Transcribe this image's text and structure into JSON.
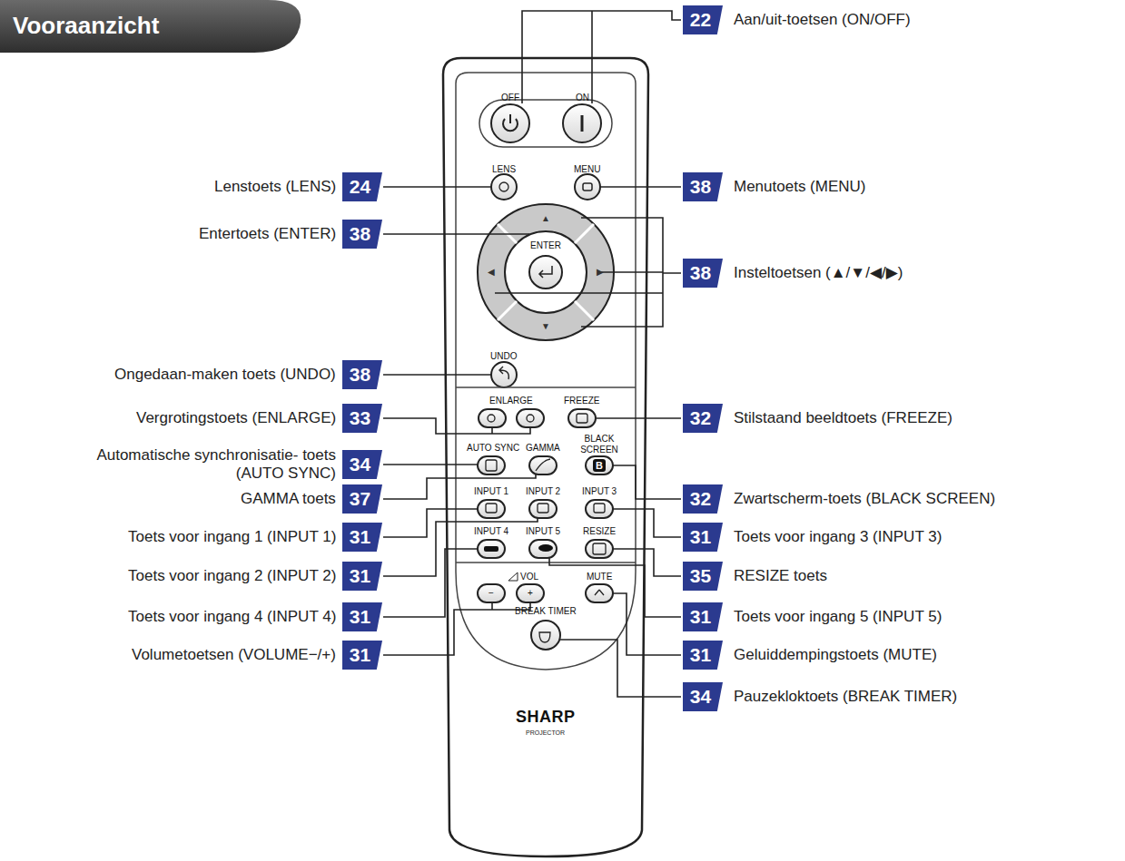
{
  "diagram": {
    "title": "Vooraanzicht",
    "nodes": [
      {
        "text": [
          "22"
        ]
      },
      {
        "text": [
          "24"
        ]
      },
      {
        "text": [
          "38"
        ]
      },
      {
        "text": [
          "38"
        ]
      },
      {
        "text": [
          "38"
        ]
      },
      {
        "text": [
          "38"
        ]
      },
      {
        "text": [
          "33"
        ]
      },
      {
        "text": [
          "32"
        ]
      },
      {
        "text": [
          "34"
        ]
      },
      {
        "text": [
          "37"
        ]
      },
      {
        "text": [
          "32"
        ]
      },
      {
        "text": [
          "31"
        ]
      },
      {
        "text": [
          "31"
        ]
      },
      {
        "text": [
          "31"
        ]
      },
      {
        "text": [
          "35"
        ]
      },
      {
        "text": [
          "31"
        ]
      },
      {
        "text": [
          "31"
        ]
      },
      {
        "text": [
          "31"
        ]
      },
      {
        "text": [
          "31"
        ]
      },
      {
        "text": [
          "34"
        ]
      }
    ],
    "labels": [
      "Aan/uit-toetsen (ON/OFF)",
      "OFF",
      "ON",
      "Lenstoets (LENS)",
      "LENS",
      "MENU",
      "Menutoets (MENU)",
      "Entertoets (ENTER)",
      "ENTER",
      "Insteltoetsen (▲/▼/◀/▶)",
      "▲",
      "◀",
      "▶",
      "▼",
      "UNDO",
      "Ongedaan-maken toets (UNDO)",
      "Vergrotingstoets (ENLARGE)",
      "ENLARGE",
      "FREEZE",
      "Stilstaand beeldtoets (FREEZE)",
      "Automatische synchronisatie- toets (AUTO SYNC)",
      "AUTO SYNC",
      "GAMMA",
      "BLACK SCREEN",
      "B",
      "GAMMA toets",
      "Zwartscherm-toets (BLACK SCREEN)",
      "Toets voor ingang 1 (INPUT 1)",
      "INPUT 1",
      "INPUT 2",
      "INPUT 3",
      "Toets voor ingang 3 (INPUT 3)",
      "Toets voor ingang 2 (INPUT 2)",
      "INPUT 4",
      "INPUT 5",
      "RESIZE",
      "RESIZE toets",
      "Toets voor ingang 4 (INPUT 4)",
      "Toets voor ingang 5 (INPUT 5)",
      "VOL",
      "MUTE",
      "−",
      "+",
      "Volumetoetsen (VOLUME−/+)",
      "Geluiddempingstoets (MUTE)",
      "BREAK TIMER",
      "Pauzekloktoets (BREAK TIMER)",
      "SHARP",
      "PROJECTOR"
    ]
  }
}
